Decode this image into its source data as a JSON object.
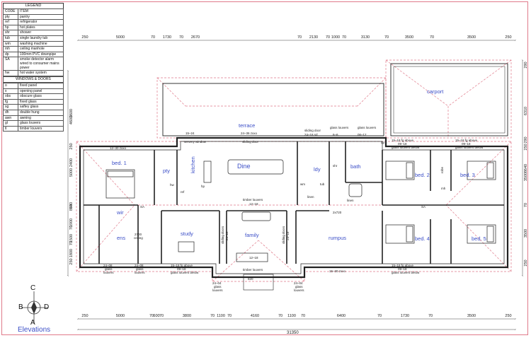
{
  "legend": {
    "title": "LEGEND",
    "header_code": "CODE",
    "header_item": "ITEM",
    "items": [
      {
        "code": "pty",
        "desc": "pantry"
      },
      {
        "code": "ref",
        "desc": "refrigerator"
      },
      {
        "code": "hp",
        "desc": "hot plates"
      },
      {
        "code": "shr",
        "desc": "shower"
      },
      {
        "code": "tub",
        "desc": "single laundry tub"
      },
      {
        "code": "wm",
        "desc": "washing machine"
      },
      {
        "code": "mh",
        "desc": "ceiling manhole"
      },
      {
        "code": "dp",
        "desc": "100mm PVC downpipe"
      },
      {
        "code": "SA",
        "desc": "smoke detector alarm wired to consumer mains power"
      },
      {
        "code": "hw",
        "desc": "hot water system"
      }
    ],
    "windows_title": "WINDOWS & DOORS",
    "windows": [
      {
        "code": "o",
        "desc": "fixed panel"
      },
      {
        "code": "x",
        "desc": "opening panel"
      },
      {
        "code": "obs",
        "desc": "obscure glass"
      },
      {
        "code": "fg",
        "desc": "fixed glass"
      },
      {
        "code": "sg",
        "desc": "saftey glass"
      },
      {
        "code": "dh",
        "desc": "double hung"
      },
      {
        "code": "awn",
        "desc": "awning"
      },
      {
        "code": "gl",
        "desc": "glass louvers"
      },
      {
        "code": "tl",
        "desc": "timber louvers"
      }
    ]
  },
  "compass": {
    "north": "C",
    "west": "B",
    "east": "D",
    "south": "A",
    "caption": "Elevations"
  },
  "top_dims": [
    "250",
    "5000",
    "70",
    "1730",
    "70",
    "2670",
    "70",
    "2130",
    "70",
    "1000",
    "70",
    "3130",
    "70",
    "3500",
    "70",
    "3500",
    "250"
  ],
  "bottom_dims": [
    "250",
    "5000",
    "70",
    "600",
    "70",
    "3800",
    "70",
    "1100",
    "70",
    "4160",
    "70",
    "1100",
    "70",
    "6400",
    "70",
    "1730",
    "70",
    "3500",
    "250"
  ],
  "bottom_total": "31350",
  "left_dims": [
    "4600",
    "3600",
    "250",
    "2400",
    "8640",
    "5000",
    "70",
    "1900",
    "70",
    "1500",
    "70",
    "1800",
    "250"
  ],
  "right_dims": [
    "290",
    "6310",
    "290",
    "250",
    "8640",
    "3500",
    "70",
    "3500",
    "250"
  ],
  "rooms": {
    "terrace": "terrace",
    "carport": "carport",
    "bed1": "bed. 1",
    "bed2": "bed. 2",
    "bed3": "bed. 3",
    "bed4": "bed. 4",
    "bed5": "bed. 5",
    "pty": "pty",
    "kitchen": "kitchen",
    "dine": "Dine",
    "ldy": "ldy",
    "bath": "bath",
    "wir": "wir",
    "ens": "ens",
    "study": "study",
    "family": "family",
    "rumpus": "rumpus"
  },
  "labels": {
    "w_12_30": "12–30 zxxo",
    "servery_window": "servery window",
    "w_15_24": "15–24",
    "w_24_36": "24–36 zxxo",
    "sliding_door_top": "sliding door",
    "sliding_door_ldy": "sliding door",
    "ldy_door_size": "24–18 sd",
    "glass_louvers_a": "glass louvers",
    "gl_size_a": "6–6",
    "glass_louvers_b": "glass louvers",
    "gl_size_b": "06–12",
    "fg_above_1": "15–18 fg above",
    "gl_below_1": "09–18",
    "gl_below_1b": "glass louvers below",
    "fg_above_2": "15–18 fg above",
    "gl_below_2": "09–18",
    "gl_below_2b": "glass louvers below",
    "timber_louvers": "timber louvers",
    "tl_size": "12–18",
    "sliding_doors_a": "sliding doors",
    "sliding_doors_b": "sliding doors",
    "sd_size_a": "24–18",
    "sd_size_b": "24–18",
    "tl_size_b": "12–18",
    "timber_louvers_b": "timber louvers",
    "sa": "SA",
    "sa2": "SA",
    "w_2x720": "2x720",
    "w_15_30": "15–30 zxxo",
    "bottom_gl_a": "24–08",
    "bottom_gl_a2": "glass",
    "bottom_gl_a3": "louvers",
    "bottom_gl_b": "24–08",
    "bottom_gl_b2": "glass",
    "bottom_gl_b3": "louvers",
    "bottom_fg_a": "15–18 fg above",
    "bottom_fg_a2": "09–18",
    "bottom_fg_a3": "glass louvers below",
    "bottom_fg_b": "15–18 fg above",
    "bottom_fg_b2": "09–18",
    "bottom_fg_b3": "glass louvers below",
    "entry_gl_a": "24–04",
    "entry_gl_a2": "glass",
    "entry_gl_a3": "louvers",
    "entry_gl_b": "24–04",
    "entry_gl_b2": "glass",
    "entry_gl_b3": "louvers",
    "d820": "820",
    "ceiling_2700": "2700",
    "ceiling": "ceiling",
    "linen": "linen",
    "linen2": "linen",
    "robe": "robe",
    "ref": "ref",
    "hp": "hp",
    "wm": "wm",
    "tub": "tub",
    "dp": "dp",
    "shr": "shr",
    "hw": "hw",
    "mh": "mh"
  },
  "colors": {
    "wall": "#222222",
    "dim": "#444444",
    "hatch": "#e07a8a",
    "room_label": "#3b4ec7",
    "frame": "#e07a8a"
  }
}
